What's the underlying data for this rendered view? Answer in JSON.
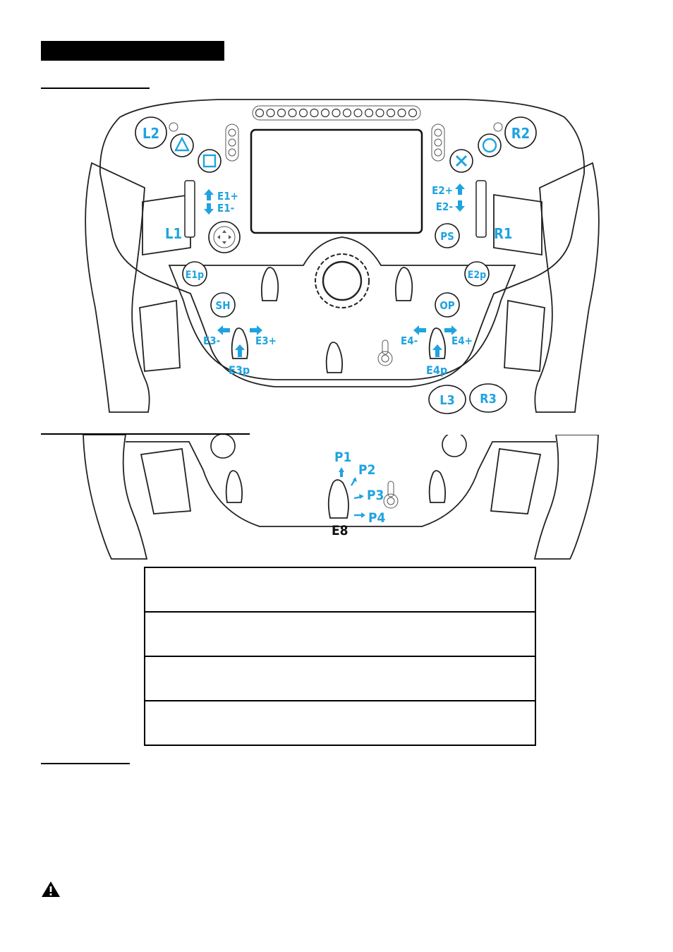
{
  "top_wheel": {
    "labels": {
      "l2": "L2",
      "r2": "R2",
      "l1": "L1",
      "r1": "R1",
      "e1_plus": "E1+",
      "e1_minus": "E1-",
      "e2_plus": "E2+",
      "e2_minus": "E2-",
      "ps": "PS",
      "e1p": "E1p",
      "e2p": "E2p",
      "sh": "SH",
      "op": "OP",
      "e3_minus": "E3-",
      "e3_plus": "E3+",
      "e3p": "E3p",
      "e4_minus": "E4-",
      "e4_plus": "E4+",
      "e4p": "E4p",
      "l3": "L3",
      "r3": "R3"
    }
  },
  "bottom_wheel": {
    "labels": {
      "p1": "P1",
      "p2": "P2",
      "p3": "P3",
      "p4": "P4",
      "e8": "E8"
    }
  },
  "colors": {
    "accent": "#1fa3e0"
  },
  "icons": {
    "triangle": "triangle-icon",
    "square": "square-icon",
    "circle": "circle-icon",
    "cross": "cross-icon",
    "warning": "warning-icon"
  }
}
